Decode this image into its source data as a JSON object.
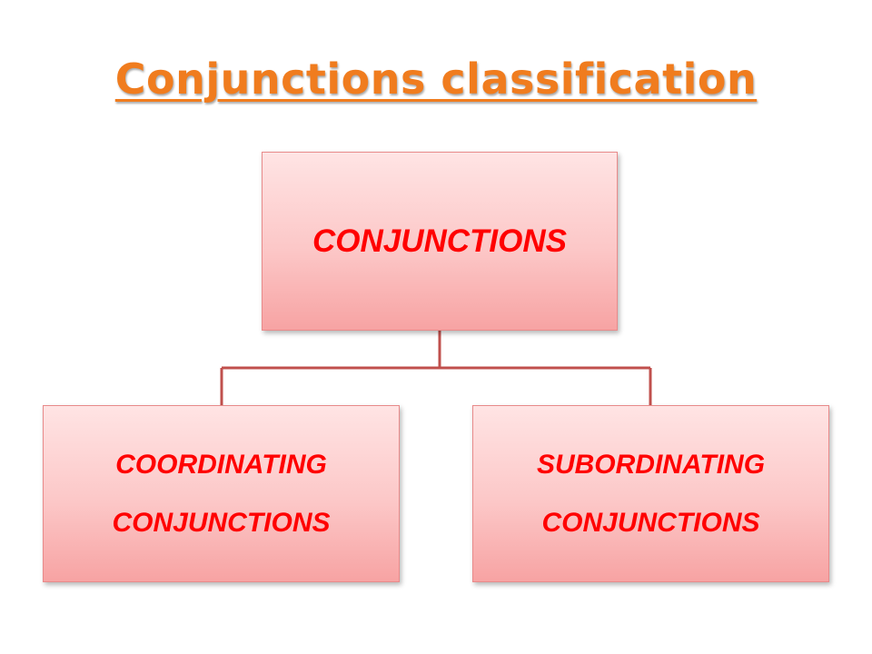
{
  "title": "Conjunctions classification",
  "diagram": {
    "root": {
      "label": "CONJUNCTIONS"
    },
    "children": [
      {
        "line1": "COORDINATING",
        "line2": "CONJUNCTIONS"
      },
      {
        "line1": "SUBORDINATING",
        "line2": "CONJUNCTIONS"
      }
    ]
  },
  "colors": {
    "title": "#f07c1e",
    "node_text": "#ff0000",
    "node_fill_top": "#ffe4e4",
    "node_fill_bottom": "#f7a3a3",
    "connector": "#c0504d"
  }
}
